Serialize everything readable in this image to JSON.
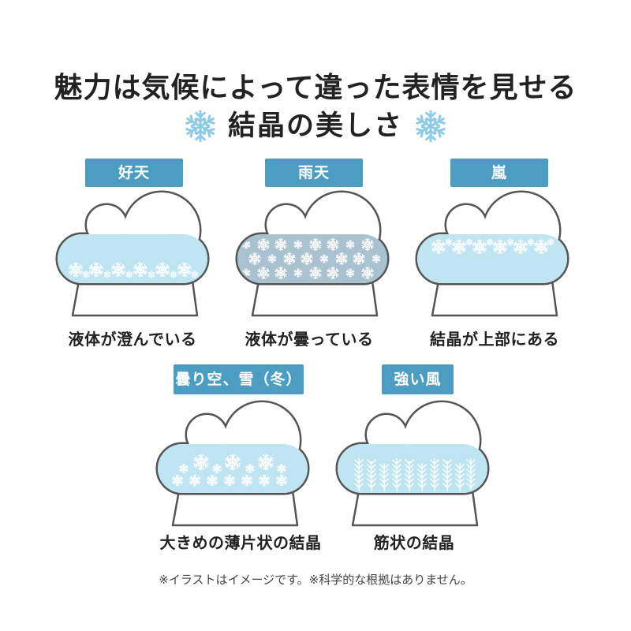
{
  "heading": {
    "line1": "魅力は気候によって違った表情を見せる",
    "line2": "結晶の美しさ",
    "icon": "snowflake-icon"
  },
  "panels": [
    {
      "label": "好天",
      "caption": "液体が澄んでいる"
    },
    {
      "label": "雨天",
      "caption": "液体が曇っている"
    },
    {
      "label": "嵐",
      "caption": "結晶が上部にある"
    },
    {
      "label": "曇り空、雪（冬）",
      "caption": "大きめの薄片状の結晶"
    },
    {
      "label": "強い風",
      "caption": "筋状の結晶"
    }
  ],
  "footer": "※イラストはイメージです。※科学的な根拠はありません。",
  "colors": {
    "label_bg": "#4b9dc1",
    "liquid": "#bfe4f2",
    "liquid_cloudy": "#a8c2cf",
    "crystal": "#ffffff",
    "accent_snowflake": "#8ecbe7",
    "outline": "#555555"
  }
}
